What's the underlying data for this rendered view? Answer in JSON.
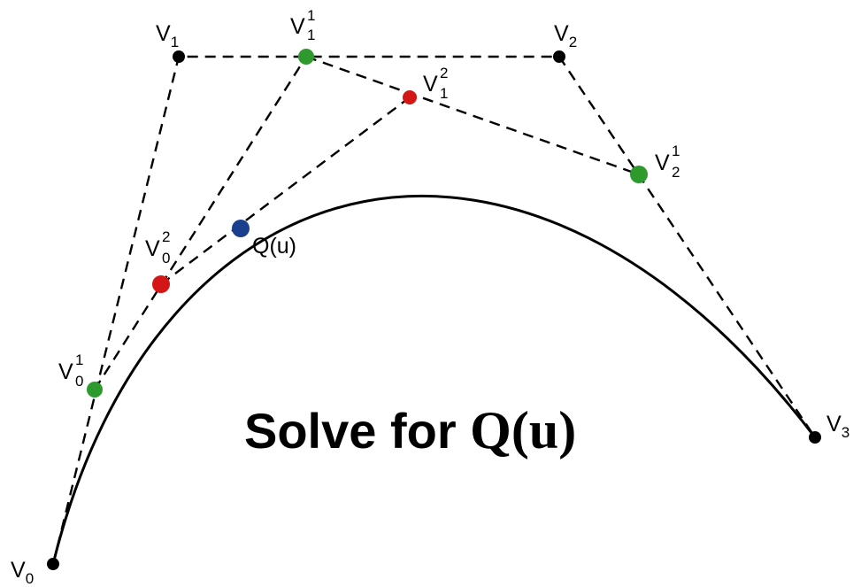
{
  "colors": {
    "control_point": "#000000",
    "level1_point": "#2e9a2e",
    "level2_point": "#d41616",
    "curve_point": "#1a3f8f",
    "lines": "#000000"
  },
  "labels": {
    "v0": {
      "base": "V",
      "sub": "0",
      "sup": ""
    },
    "v1": {
      "base": "V",
      "sub": "1",
      "sup": ""
    },
    "v2": {
      "base": "V",
      "sub": "2",
      "sup": ""
    },
    "v3": {
      "base": "V",
      "sub": "3",
      "sup": ""
    },
    "v0_1": {
      "base": "V",
      "sub": "0",
      "sup": "1"
    },
    "v1_1": {
      "base": "V",
      "sub": "1",
      "sup": "1"
    },
    "v2_1": {
      "base": "V",
      "sub": "2",
      "sup": "1"
    },
    "v0_2": {
      "base": "V",
      "sub": "0",
      "sup": "2"
    },
    "v1_2": {
      "base": "V",
      "sub": "1",
      "sup": "2"
    },
    "qu": "Q(u)"
  },
  "headline": {
    "prefix": "Solve for ",
    "symbol": "Q(u)"
  }
}
